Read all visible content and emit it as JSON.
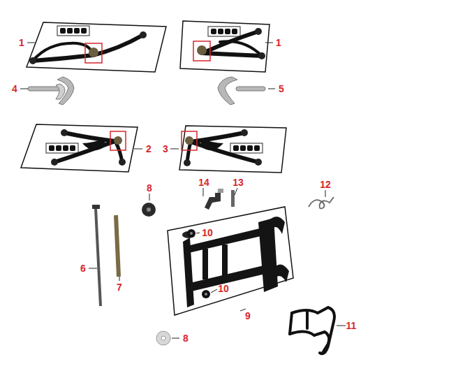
{
  "diagram": {
    "labels": [
      "1",
      "1",
      "4",
      "5",
      "2",
      "3",
      "8",
      "14",
      "13",
      "12",
      "10",
      "6",
      "7",
      "10",
      "9",
      "11",
      "8"
    ]
  }
}
